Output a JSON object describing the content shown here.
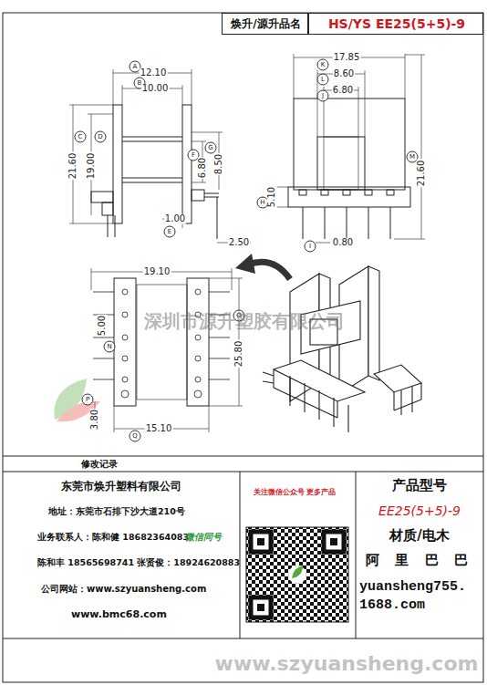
{
  "diagram": {
    "nodes": [
      {
        "text": [
          "焕升/源升品名"
        ]
      },
      {
        "text": [
          "HS/YS EE25(5+5)-9"
        ]
      },
      {
        "text": [
          "修改记录"
        ]
      },
      {
        "text": [
          "东莞市焕升塑料有限公司",
          "地址：东莞市石排下沙大道210号",
          "业务联系人：陈和健 18682364083",
          "微信同号",
          "陈和丰 18565698741 张贤俊：18924620883",
          "公司网站：www.szyuansheng.com",
          "www.bmc68.com"
        ]
      },
      {
        "text": [
          "产品型号"
        ]
      },
      {
        "text": [
          "EE25(5+5)-9"
        ]
      },
      {
        "text": [
          "材质/电木",
          "阿 里 巴 巴",
          "yuansheng755. 1688.com"
        ]
      }
    ],
    "labels": [
      "A",
      "12.10",
      "B",
      "10.00",
      "C",
      "21.60",
      "D",
      "19.00",
      "F",
      "6.80",
      "G",
      "8.50",
      "E",
      "1.00",
      "2.50",
      "K",
      "17.85",
      "L",
      "8.60",
      "J",
      "6.80",
      "M",
      "21.60",
      "H",
      "5.10",
      "I",
      "0.80",
      "19.10",
      "N",
      "5.00",
      "O",
      "25.80",
      "P",
      "3.80",
      "Q",
      "15.10",
      "深圳市源升塑胶有限公司",
      "关注微信公众号 更多产品",
      "www.szyuansheng.com"
    ]
  }
}
